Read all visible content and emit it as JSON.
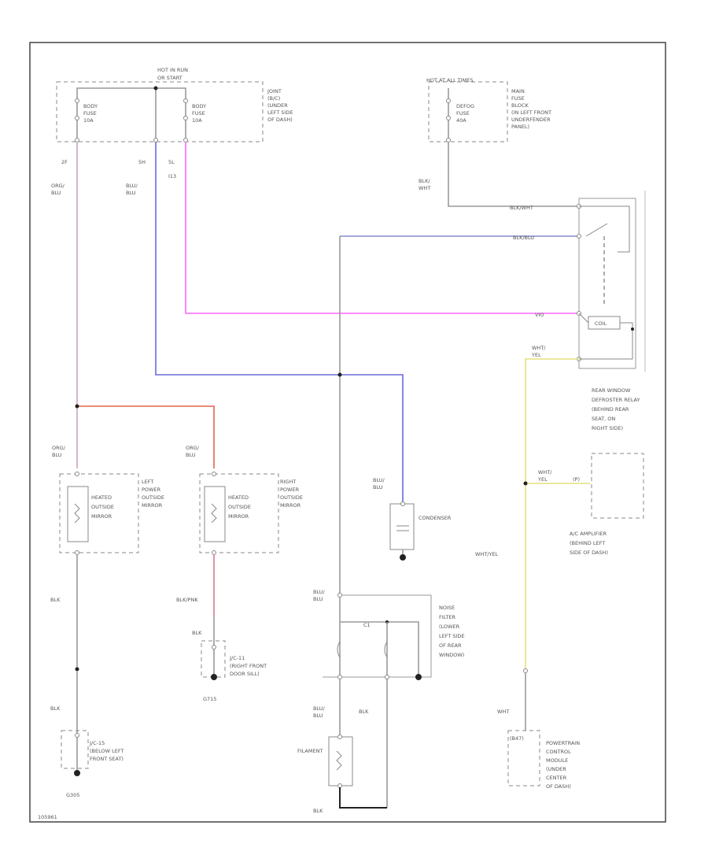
{
  "labels": {
    "hot_in_run_top": "HOT IN RUN",
    "hot_in_run_bottom": "OR START",
    "fuse_1": [
      "BODY",
      "FUSE",
      "10A"
    ],
    "fuse_2": [
      "BODY",
      "FUSE",
      "10A"
    ],
    "junction_block": [
      "JOINT",
      "(B/C)",
      "(UNDER",
      "LEFT SIDE",
      "OF DASH)"
    ],
    "hot_at_all_times": "HOT AT ALL TIMES",
    "defog_fuse": [
      "DEFOG",
      "FUSE",
      "40A"
    ],
    "main_fuse_block": [
      "MAIN",
      "FUSE",
      "BLOCK",
      "(IN LEFT FRONT",
      "UNDERFENDER",
      "PANEL)"
    ],
    "pin_a": "2F",
    "pin_b": "5H",
    "pin_c": "5L",
    "pin_d": "I13",
    "w_org_blu_top": [
      "ORG/",
      "BLU"
    ],
    "w_blu_blu": [
      "BLU/",
      "BLU"
    ],
    "w_blk_wht_left": [
      "BLK/",
      "WHT"
    ],
    "w_blk_wht_relay": "BLK/WHT",
    "w_blk_blu_relay": "BLK/BLU",
    "w_vio": "VIO",
    "w_wht_yel_relay": [
      "WHT/",
      "YEL"
    ],
    "relay": [
      "REAR WINDOW",
      "DEFROSTER RELAY",
      "(BEHIND REAR",
      "SEAT, ON",
      "RIGHT SIDE)"
    ],
    "coil": "COIL",
    "w_org_blu_left": [
      "ORG/",
      "BLU"
    ],
    "w_org_blu_mid": [
      "ORG/",
      "BLU"
    ],
    "left_mirror": [
      "LEFT",
      "POWER",
      "OUTSIDE",
      "MIRROR"
    ],
    "right_mirror": [
      "RIGHT",
      "POWER",
      "OUTSIDE",
      "MIRROR"
    ],
    "heated_left": [
      "HEATED",
      "OUTSIDE",
      "MIRROR"
    ],
    "heated_right": [
      "HEATED",
      "OUTSIDE",
      "MIRROR"
    ],
    "w_wht_yel_amp": [
      "WHT/",
      "YEL"
    ],
    "amp_pin": "(P)",
    "ac_amplifier": [
      "A/C AMPLIFIER",
      "(BEHIND LEFT",
      "SIDE OF DASH)"
    ],
    "w_blu_blu_cond": [
      "BLU/",
      "BLU"
    ],
    "condenser": "CONDENSER",
    "w_wht_yel_long": "WHT/YEL",
    "w_blk_left": "BLK",
    "w_blk_pnk": "BLK/PNK",
    "w_blk_mid": "BLK",
    "w_blu_blu_noise": [
      "BLU/",
      "BLU"
    ],
    "noise_filter": [
      "NOISE",
      "FILTER",
      "(LOWER",
      "LEFT SIDE",
      "OF REAR",
      "WINDOW)"
    ],
    "noise_pin": "C1",
    "jc11": [
      "J/C-11",
      "(RIGHT FRONT",
      "DOOR SILL)"
    ],
    "ground_mid": "G715",
    "w_blk_left2": "BLK",
    "jc15": [
      "J/C-15",
      "(BELOW LEFT",
      "FRONT SEAT)"
    ],
    "ground_left": "G305",
    "w_blu_blu_fil": [
      "BLU/",
      "BLU"
    ],
    "w_blk_fil": "BLK",
    "filament": "FILAMENT",
    "w_blk_bottom": "BLK",
    "w_wht": "WHT",
    "pcm_pin": "(B47)",
    "pcm": [
      "POWERTRAIN",
      "CONTROL",
      "MODULE",
      "(UNDER",
      "CENTER",
      "OF DASH)"
    ],
    "diagram_id": "105961"
  },
  "colors": {
    "org_blu": "#c9a4c0",
    "blu": "#6a6adc",
    "vio": "#ff66ff",
    "red": "#e0664f",
    "yel": "#e6e07a",
    "pink_red": "#d97a8a",
    "black": "#222222",
    "gray": "#9a9a9a"
  }
}
